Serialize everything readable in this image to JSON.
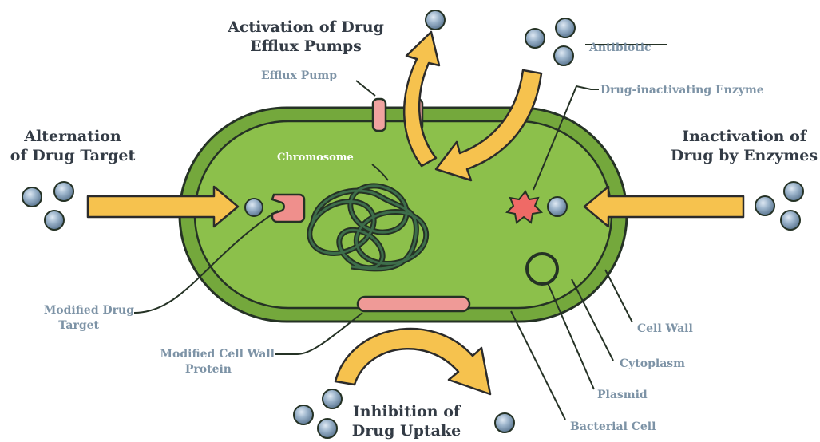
{
  "headings": {
    "efflux": [
      "Activation of Drug",
      "Efflux Pumps"
    ],
    "target": [
      "Alternation",
      "of Drug Target"
    ],
    "enzyme": [
      "Inactivation of",
      "Drug by Enzymes"
    ],
    "uptake": [
      "Inhibition of",
      "Drug Uptake"
    ]
  },
  "labels": {
    "efflux_pump": "Efflux Pump",
    "antibiotic": "Antibiotic",
    "drug_inactivating_enzyme": "Drug-inactivating Enzyme",
    "chromosome": "Chromosome",
    "modified_drug_target": [
      "Modified Drug",
      "Target"
    ],
    "modified_cell_wall_protein": [
      "Modified Cell Wall",
      "Protein"
    ],
    "cell_wall": "Cell Wall",
    "cytoplasm": "Cytoplasm",
    "plasmid": "Plasmid",
    "bacterial_cell": "Bacterial Cell"
  },
  "colors": {
    "cell_outer": "#6fa53a",
    "cell_inner": "#8dc14c",
    "outline": "#2b3a2b",
    "arrow": "#f6c24e",
    "molecule": "#8ea8c2",
    "pump": "#f0a3a0",
    "enzyme": "#ee6f6c",
    "text_heading": "#333b45",
    "text_label": "#7d93a6"
  },
  "icons": [
    "antibiotic-molecule",
    "efflux-pump",
    "drug-inactivating-enzyme",
    "modified-drug-target",
    "chromosome",
    "plasmid",
    "arrow"
  ]
}
